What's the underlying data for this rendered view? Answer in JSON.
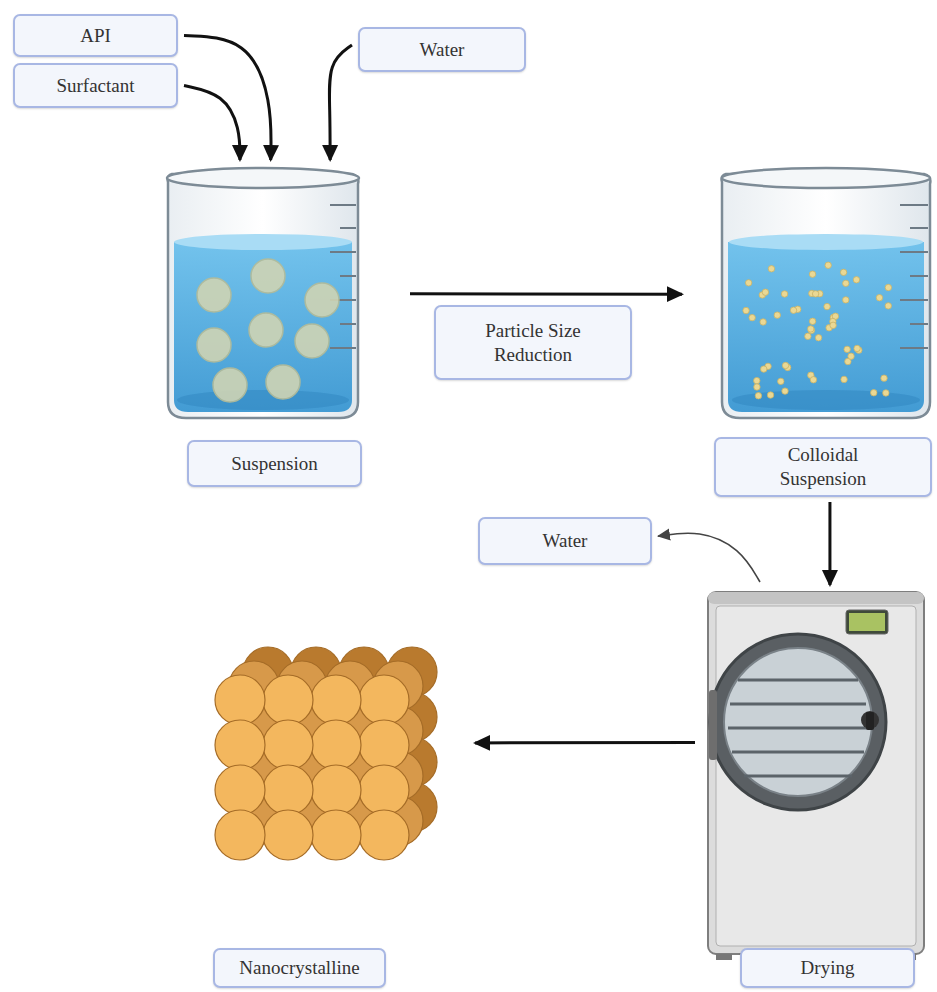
{
  "diagram": {
    "nodes": [
      {
        "text": [
          "API"
        ]
      },
      {
        "text": [
          "Surfactant"
        ]
      },
      {
        "text": [
          "Water"
        ]
      },
      {
        "text": [
          "Suspension"
        ]
      },
      {
        "text": [
          "Particle Size Reduction"
        ]
      },
      {
        "text": [
          "Colloidal Suspension"
        ]
      },
      {
        "text": [
          "Water"
        ]
      },
      {
        "text": [
          "Drying"
        ]
      },
      {
        "text": [
          "Nanocrystalline"
        ]
      }
    ],
    "edges": [
      {
        "from": 0,
        "to": 3,
        "arrow": "to"
      },
      {
        "from": 1,
        "to": 3,
        "arrow": "to"
      },
      {
        "from": 2,
        "to": 3,
        "arrow": "to"
      },
      {
        "from": 3,
        "to": 5,
        "arrow": "to"
      },
      {
        "from": 5,
        "to": 7,
        "arrow": "to"
      },
      {
        "from": 7,
        "to": 6,
        "arrow": "to"
      },
      {
        "from": 7,
        "to": 8,
        "arrow": "to"
      }
    ]
  }
}
